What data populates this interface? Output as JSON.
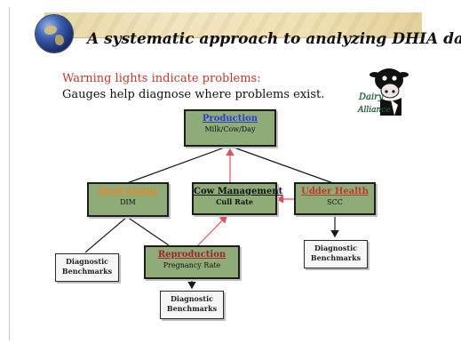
{
  "slide": {
    "title": "A systematic approach to analyzing DHIA data",
    "warning_text": "Warning lights indicate problems:",
    "gauges_text": "Gauges help diagnose where problems exist.",
    "logo_text": "Dairy Alliance",
    "logo_line1": "Dairy",
    "logo_line2": "Alliance"
  },
  "diagram": {
    "production": {
      "title": "Production",
      "subtitle": "Milk/Cow/Day",
      "title_color": "#2b3fd1"
    },
    "herd_status": {
      "title": "Herd Status",
      "subtitle": "DIM",
      "title_color": "#e08a2c"
    },
    "cow_management": {
      "title": "Cow Management",
      "subtitle": "Cull Rate",
      "title_color": "#111111"
    },
    "udder_health": {
      "title": "Udder Health",
      "subtitle": "SCC",
      "title_color": "#c0392b"
    },
    "reproduction": {
      "title": "Reproduction",
      "subtitle": "Pregnancy Rate",
      "title_color": "#a0242a"
    },
    "benchmark_left": {
      "line1": "Diagnostic",
      "line2": "Benchmarks"
    },
    "benchmark_right": {
      "line1": "Diagnostic",
      "line2": "Benchmarks"
    },
    "benchmark_bottom": {
      "line1": "Diagnostic",
      "line2": "Benchmarks"
    }
  },
  "colors": {
    "box_fill": "#8eab78",
    "red_arrow": "#e0525a",
    "black_arrow": "#1a1a1a"
  }
}
